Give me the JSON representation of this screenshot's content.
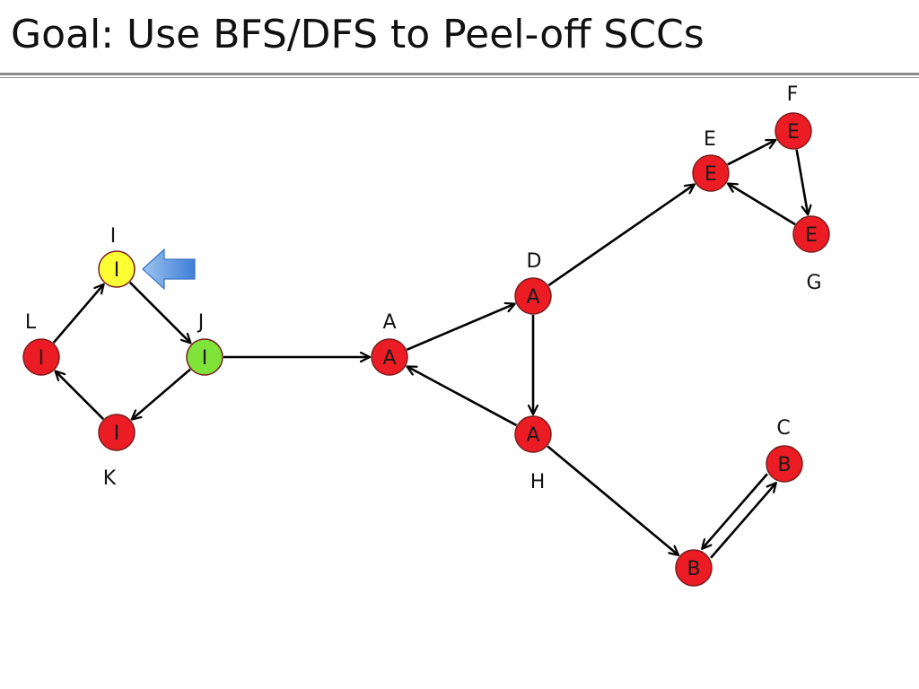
{
  "title": "Goal: Use BFS/DFS to Peel-off SCCs",
  "colors": {
    "default_node": "#ec1c24",
    "current_node": "#ffff33",
    "frontier_node": "#7fe33a",
    "edge": "#000000",
    "pointer_arrow": "#4d8fdb"
  },
  "pointer": {
    "icon": "left-arrow-icon",
    "points_to": "I"
  },
  "nodes": [
    {
      "id": "I",
      "name_label": "I",
      "scc_label": "I",
      "state": "current"
    },
    {
      "id": "J",
      "name_label": "J",
      "scc_label": "I",
      "state": "frontier"
    },
    {
      "id": "K",
      "name_label": "K",
      "scc_label": "I",
      "state": "default"
    },
    {
      "id": "L",
      "name_label": "L",
      "scc_label": "I",
      "state": "default"
    },
    {
      "id": "A",
      "name_label": "A",
      "scc_label": "A",
      "state": "default"
    },
    {
      "id": "D",
      "name_label": "D",
      "scc_label": "A",
      "state": "default"
    },
    {
      "id": "H",
      "name_label": "H",
      "scc_label": "A",
      "state": "default"
    },
    {
      "id": "E",
      "name_label": "E",
      "scc_label": "E",
      "state": "default"
    },
    {
      "id": "F",
      "name_label": "F",
      "scc_label": "E",
      "state": "default"
    },
    {
      "id": "G",
      "name_label": "G",
      "scc_label": "E",
      "state": "default"
    },
    {
      "id": "B",
      "name_label": "",
      "scc_label": "B",
      "state": "default"
    },
    {
      "id": "C",
      "name_label": "C",
      "scc_label": "B",
      "state": "default"
    }
  ],
  "edges": [
    [
      "L",
      "I"
    ],
    [
      "I",
      "J"
    ],
    [
      "J",
      "K"
    ],
    [
      "K",
      "L"
    ],
    [
      "J",
      "A"
    ],
    [
      "A",
      "D"
    ],
    [
      "D",
      "H"
    ],
    [
      "H",
      "A"
    ],
    [
      "D",
      "E"
    ],
    [
      "E",
      "F"
    ],
    [
      "F",
      "G"
    ],
    [
      "G",
      "E"
    ],
    [
      "H",
      "B"
    ],
    [
      "B",
      "C"
    ],
    [
      "C",
      "B"
    ]
  ]
}
